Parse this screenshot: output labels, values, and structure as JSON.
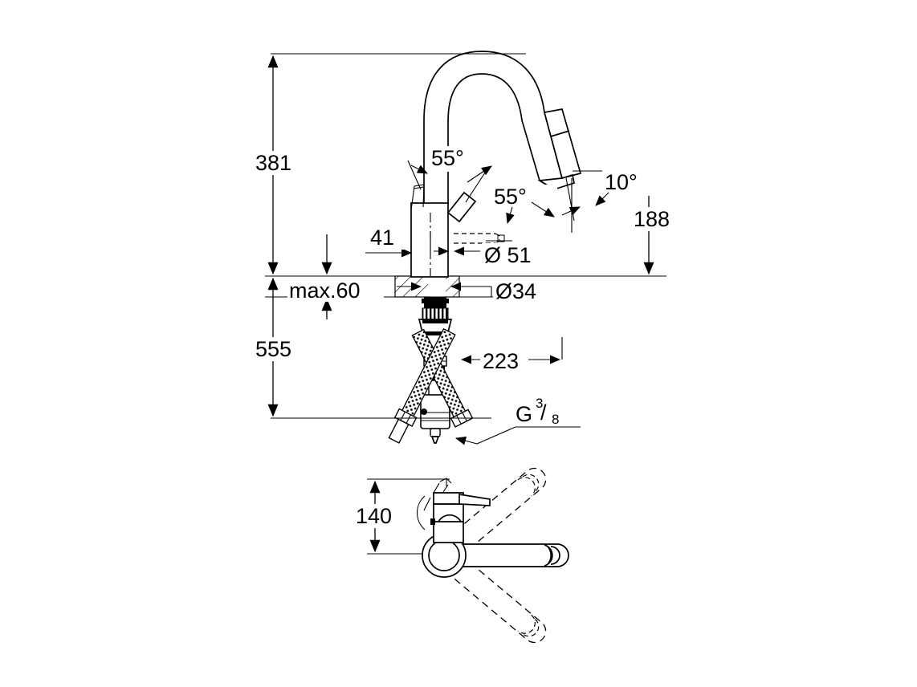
{
  "document": {
    "kind": "technical-dimension-drawing",
    "subject": "Kitchen mixer tap with pull-out spray spout",
    "units": "mm",
    "background_color": "#ffffff",
    "line_color": "#000000"
  },
  "views": {
    "elevation": {
      "name": "front-elevation-view"
    },
    "plan": {
      "name": "plan-swivel-view"
    }
  },
  "dimensions": {
    "height_above_counter": "381",
    "depth_below_counter": "555",
    "spout_outlet_height": "188",
    "counter_thickness": "max.60",
    "handle_clearance": "41",
    "body_diameter": "Ø 51",
    "hole_diameter": "Ø34",
    "hose_length": "223",
    "thread_label_prefix": "G",
    "thread_numerator": "3",
    "thread_denominator": "8",
    "swivel_height": "140"
  },
  "angles": {
    "handle_left": "55°",
    "handle_right": "55°",
    "spray_tilt": "10°"
  },
  "labels": {
    "dim_381": "381",
    "dim_555": "555",
    "dim_188": "188",
    "dim_max60": "max.60",
    "dim_41": "41",
    "dim_d51": "Ø 51",
    "dim_d34": "Ø34",
    "dim_223": "223",
    "dim_140": "140",
    "ang_55_left": "55°",
    "ang_55_right": "55°",
    "ang_10": "10°",
    "thread_g": "G",
    "thread_num": "3",
    "thread_den": "8",
    "thread_slash": "/"
  }
}
